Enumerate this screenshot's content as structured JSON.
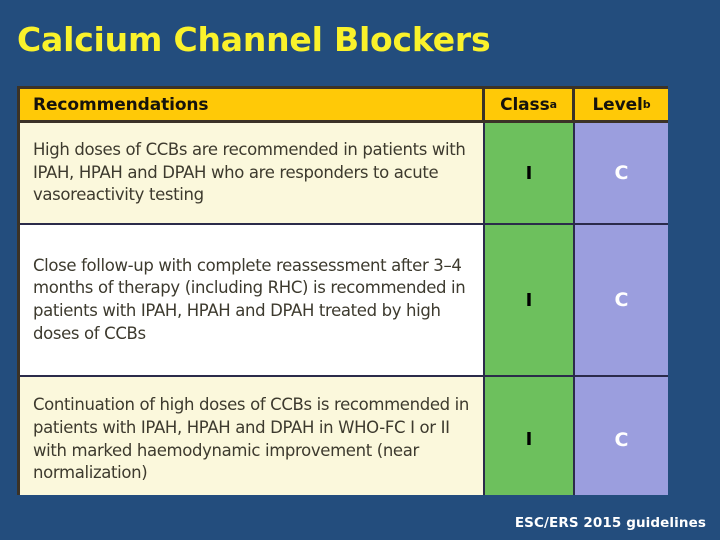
{
  "slide": {
    "title": "Calcium Channel Blockers",
    "background_color": "#234d7d",
    "title_color": "#FAF22B",
    "source_note": "ESC/ERS 2015 guidelines"
  },
  "table": {
    "header": {
      "recommendations": "Recommendations",
      "class": "Class",
      "class_footnote": "a",
      "level": "Level",
      "level_footnote": "b",
      "header_bg": "#FFC907"
    },
    "colors": {
      "class_cell_bg": "#6DC05D",
      "level_cell_bg": "#9B9EDE",
      "row_odd_bg": "#FBF8DC",
      "row_even_bg": "#FFFFFF"
    },
    "rows": [
      {
        "recommendation": "High doses of CCBs are recommended in patients with IPAH, HPAH and DPAH who are responders to acute vasoreactivity testing",
        "class": "I",
        "level": "C"
      },
      {
        "recommendation": "Close follow-up with complete reassessment after 3–4 months of therapy (including RHC) is recommended in patients with IPAH, HPAH and DPAH treated by high doses of CCBs",
        "class": "I",
        "level": "C"
      },
      {
        "recommendation": "Continuation of high doses of CCBs is recommended in patients with IPAH, HPAH and DPAH in WHO-FC I or II with marked haemodynamic improvement (near normalization)",
        "class": "I",
        "level": "C"
      }
    ]
  }
}
